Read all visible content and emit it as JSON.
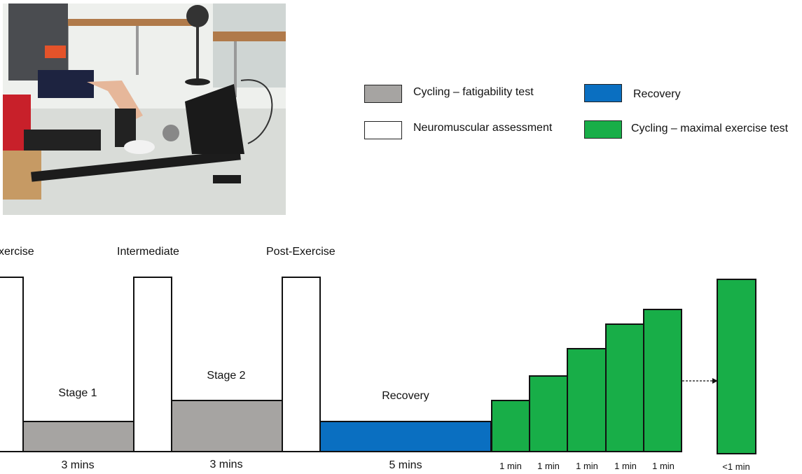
{
  "legend": {
    "fatigability_label": "Cycling – fatigability test",
    "fatigability_color": "#a6a4a2",
    "neuromuscular_label": "Neuromuscular assessment",
    "neuromuscular_color": "#ffffff",
    "recovery_label": "Recovery",
    "recovery_color": "#0a6fc1",
    "maximal_label": "Cycling – maximal exercise test",
    "maximal_color": "#18ae48"
  },
  "timeline": {
    "assessments": [
      "xercise",
      "Intermediate",
      "Post-Exercise"
    ],
    "stage1_label": "Stage 1",
    "stage2_label": "Stage 2",
    "recovery_label": "Recovery",
    "durations": {
      "stage1": "3 mins",
      "stage2": "3 mins",
      "recovery": "5 mins",
      "step1": "1 min",
      "step2": "1 min",
      "step3": "1 min",
      "step4": "1 min",
      "step5": "1 min",
      "final": "<1 min"
    }
  },
  "photo": {
    "subject": "cycle-ergometer-photo"
  }
}
